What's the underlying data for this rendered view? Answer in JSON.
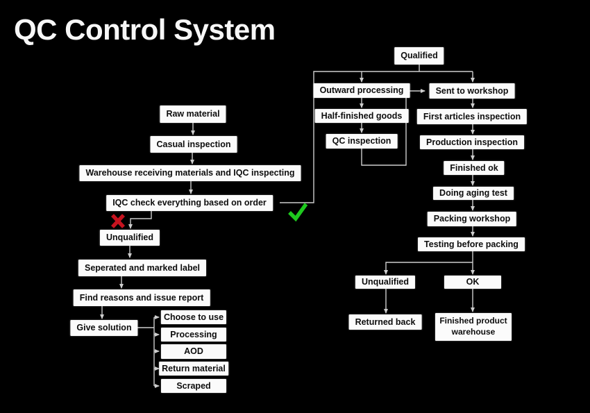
{
  "title": "QC Control System",
  "colors": {
    "background": "#000000",
    "box_fill": "#fbfbfb",
    "box_text": "#0d0d0d",
    "connector_line": "#cdcdcd",
    "pass_check_green": "#1ec91e",
    "fail_cross_red": "#c6131f"
  },
  "icons": {
    "pass": "check-icon",
    "fail": "x-icon"
  },
  "nodes": {
    "raw_material": "Raw material",
    "casual_inspection": "Casual inspection",
    "warehouse_receiving": "Warehouse receiving materials and IQC inspecting",
    "iqc_check": "IQC check everything based on order",
    "unqualified_left": "Unqualified",
    "seperated_marked": "Seperated and marked label",
    "find_reasons": "Find reasons and issue report",
    "give_solution": "Give solution",
    "choose_to_use": "Choose to use",
    "processing": "Processing",
    "aod": "AOD",
    "return_material": "Return material",
    "scraped": "Scraped",
    "qualified": "Qualified",
    "outward_processing": "Outward processing",
    "half_finished_goods": "Half-finished goods",
    "qc_inspection": "QC inspection",
    "sent_to_workshop": "Sent to workshop",
    "first_articles_inspection": "First articles inspection",
    "production_inspection": "Production inspection",
    "finished_ok": "Finished ok",
    "doing_aging_test": "Doing aging test",
    "packing_workshop": "Packing workshop",
    "testing_before_packing": "Testing before packing",
    "unqualified_right": "Unqualified",
    "ok": "OK",
    "returned_back": "Returned back",
    "finished_product_warehouse": "Finished product warehouse"
  },
  "edges": [
    {
      "from": "raw_material",
      "to": "casual_inspection"
    },
    {
      "from": "casual_inspection",
      "to": "warehouse_receiving"
    },
    {
      "from": "warehouse_receiving",
      "to": "iqc_check"
    },
    {
      "from": "iqc_check",
      "to": "unqualified_left",
      "branch": "fail"
    },
    {
      "from": "iqc_check",
      "to": "qualified",
      "branch": "pass"
    },
    {
      "from": "unqualified_left",
      "to": "seperated_marked"
    },
    {
      "from": "seperated_marked",
      "to": "find_reasons"
    },
    {
      "from": "find_reasons",
      "to": "give_solution"
    },
    {
      "from": "give_solution",
      "to": "choose_to_use"
    },
    {
      "from": "give_solution",
      "to": "processing"
    },
    {
      "from": "give_solution",
      "to": "aod"
    },
    {
      "from": "give_solution",
      "to": "return_material"
    },
    {
      "from": "give_solution",
      "to": "scraped"
    },
    {
      "from": "qualified",
      "to": "outward_processing"
    },
    {
      "from": "qualified",
      "to": "sent_to_workshop"
    },
    {
      "from": "outward_processing",
      "to": "half_finished_goods"
    },
    {
      "from": "half_finished_goods",
      "to": "qc_inspection"
    },
    {
      "from": "qc_inspection",
      "to": "sent_to_workshop"
    },
    {
      "from": "sent_to_workshop",
      "to": "first_articles_inspection"
    },
    {
      "from": "first_articles_inspection",
      "to": "production_inspection"
    },
    {
      "from": "production_inspection",
      "to": "finished_ok"
    },
    {
      "from": "finished_ok",
      "to": "doing_aging_test"
    },
    {
      "from": "doing_aging_test",
      "to": "packing_workshop"
    },
    {
      "from": "packing_workshop",
      "to": "testing_before_packing"
    },
    {
      "from": "testing_before_packing",
      "to": "unqualified_right"
    },
    {
      "from": "testing_before_packing",
      "to": "ok"
    },
    {
      "from": "unqualified_right",
      "to": "returned_back"
    },
    {
      "from": "ok",
      "to": "finished_product_warehouse"
    }
  ]
}
